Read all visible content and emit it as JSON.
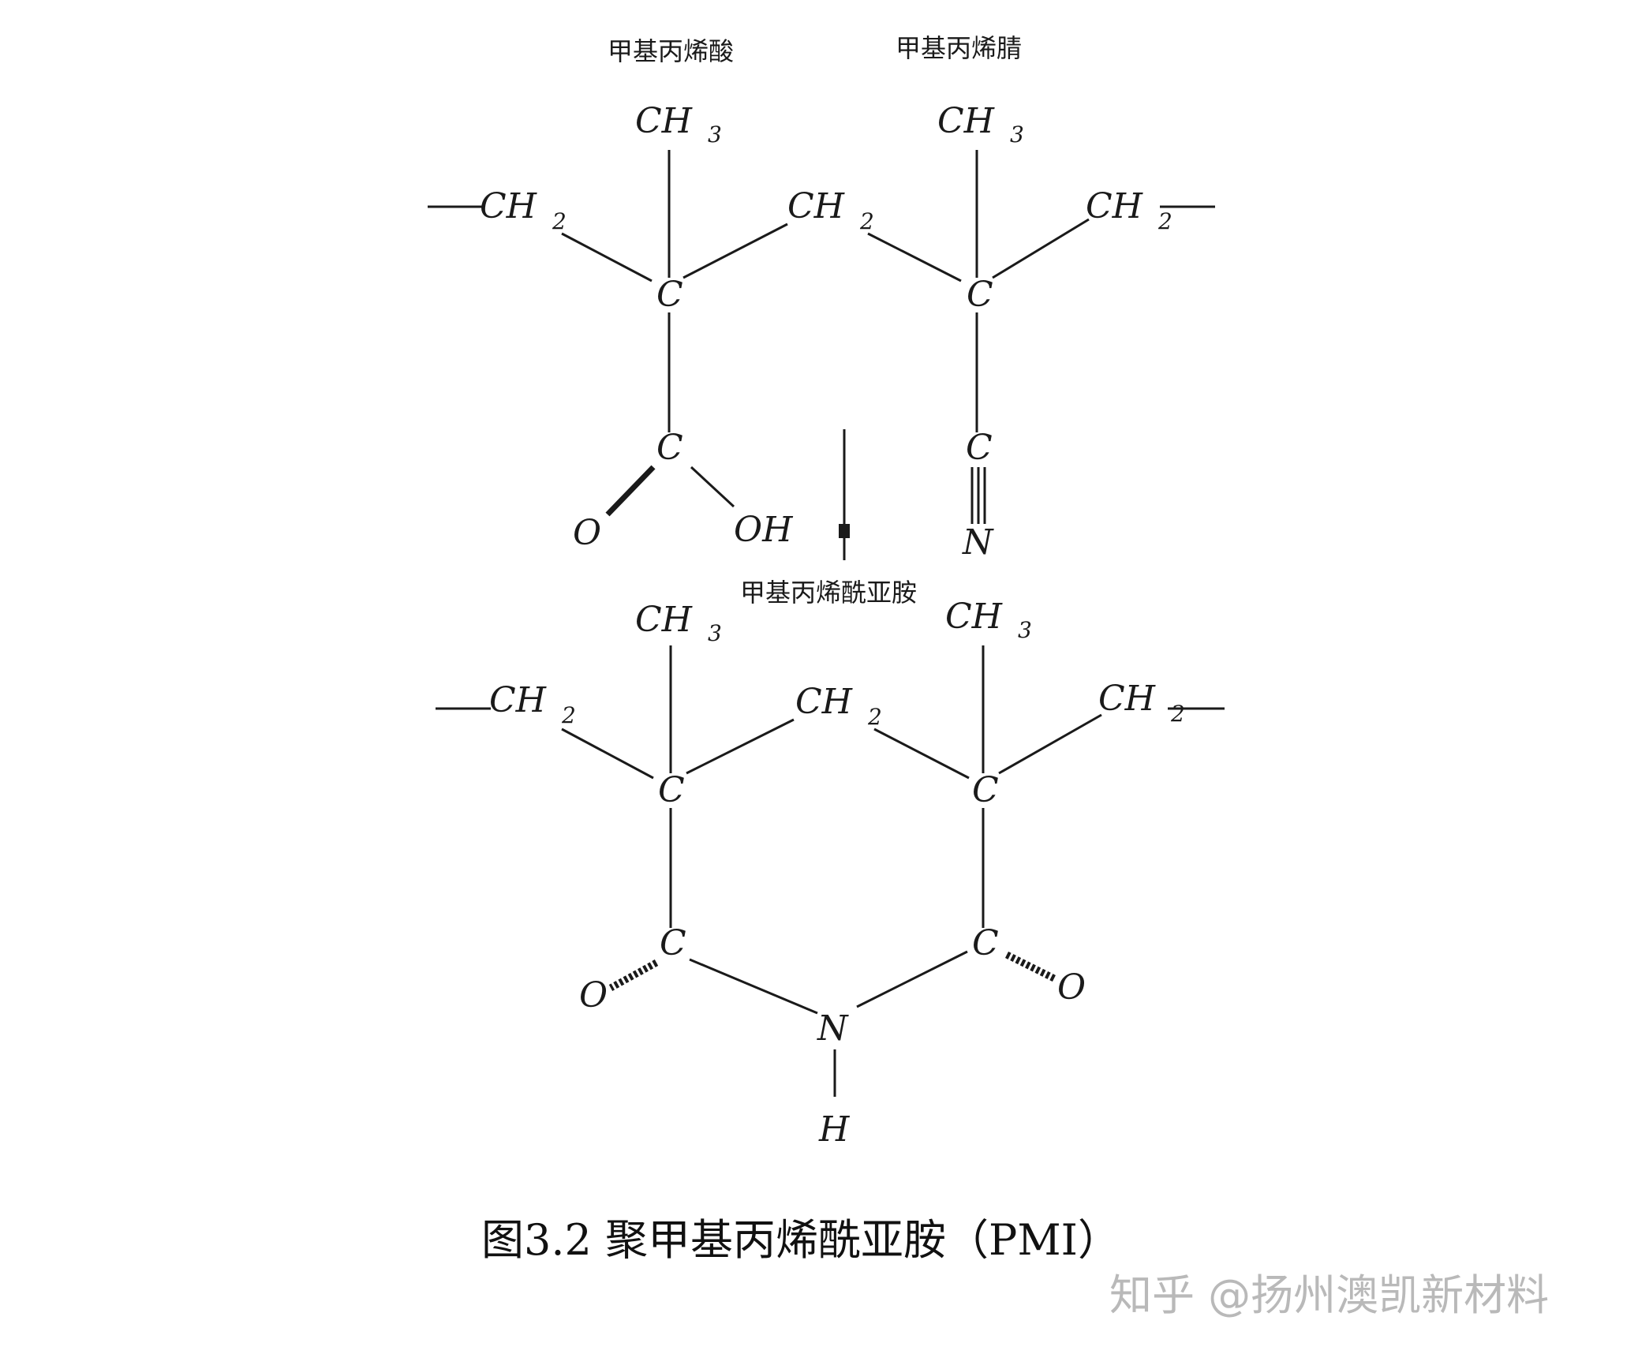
{
  "labels": {
    "methacrylic_acid": "甲基丙烯酸",
    "methacrylonitrile": "甲基丙烯腈",
    "methacrylimide": "甲基丙烯酰亚胺"
  },
  "atoms": {
    "ch": "CH",
    "c": "C",
    "o": "O",
    "oh": "OH",
    "n": "N",
    "h": "H",
    "sub2": "2",
    "sub3": "3"
  },
  "caption": "图3.2 聚甲基丙烯酰亚胺（PMI）",
  "watermark": "知乎 @扬州澳凯新材料"
}
